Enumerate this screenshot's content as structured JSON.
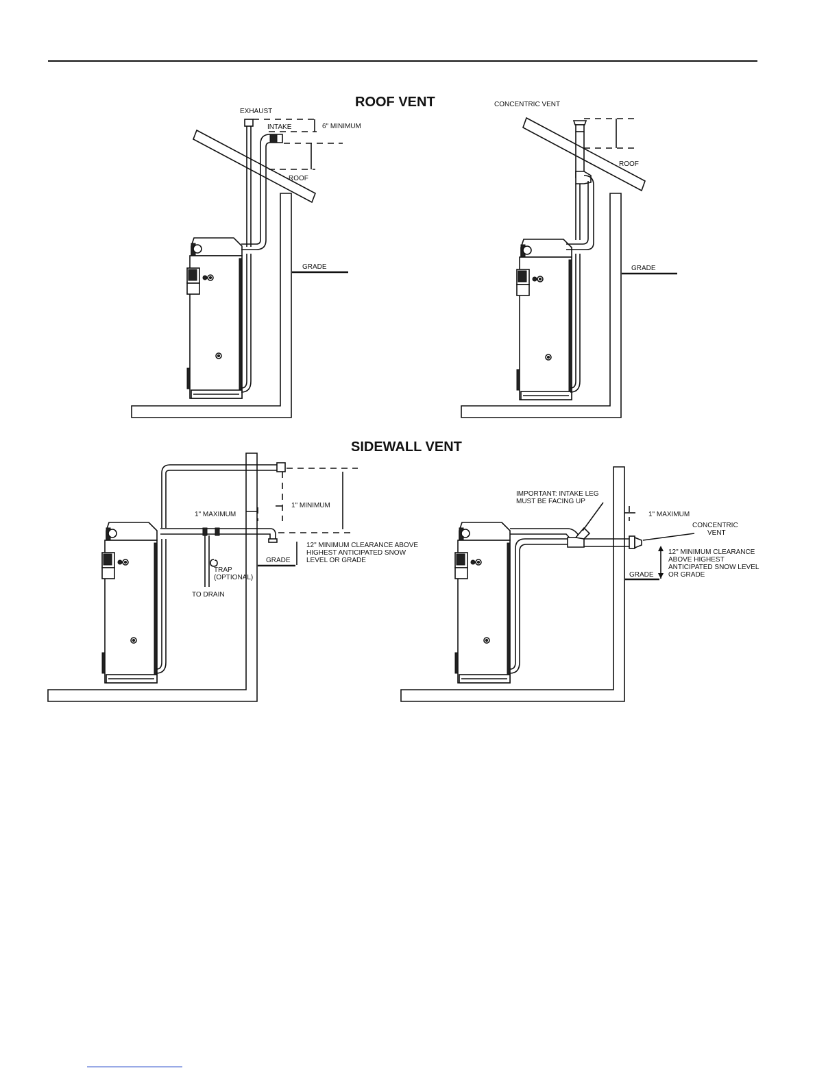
{
  "titles": {
    "roof": "ROOF VENT",
    "sidewall": "SIDEWALL VENT"
  },
  "labels": {
    "exhaust": "EXHAUST",
    "intake": "INTAKE",
    "six_min": "6\" MINIMUM",
    "roof": "ROOF",
    "grade": "GRADE",
    "concentric_vent": "CONCENTRIC VENT",
    "one_max": "1\" MAXIMUM",
    "one_min": "1\" MINIMUM",
    "twelve_min_l1": "12\" MINIMUM CLEARANCE ABOVE",
    "twelve_min_l2": "HIGHEST ANTICIPATED SNOW",
    "twelve_min_l3": "LEVEL OR GRADE",
    "trap_l1": "TRAP",
    "trap_l2": "(OPTIONAL)",
    "to_drain": "TO DRAIN",
    "important_l1": "IMPORTANT: INTAKE LEG",
    "important_l2": "MUST BE FACING UP",
    "concentric_l1": "CONCENTRIC",
    "concentric_l2": "VENT",
    "twelve_r_l1": "12\" MINIMUM CLEARANCE",
    "twelve_r_l2": "ABOVE HIGHEST",
    "twelve_r_l3": "ANTICIPATED SNOW LEVEL",
    "twelve_r_l4": "OR GRADE"
  }
}
